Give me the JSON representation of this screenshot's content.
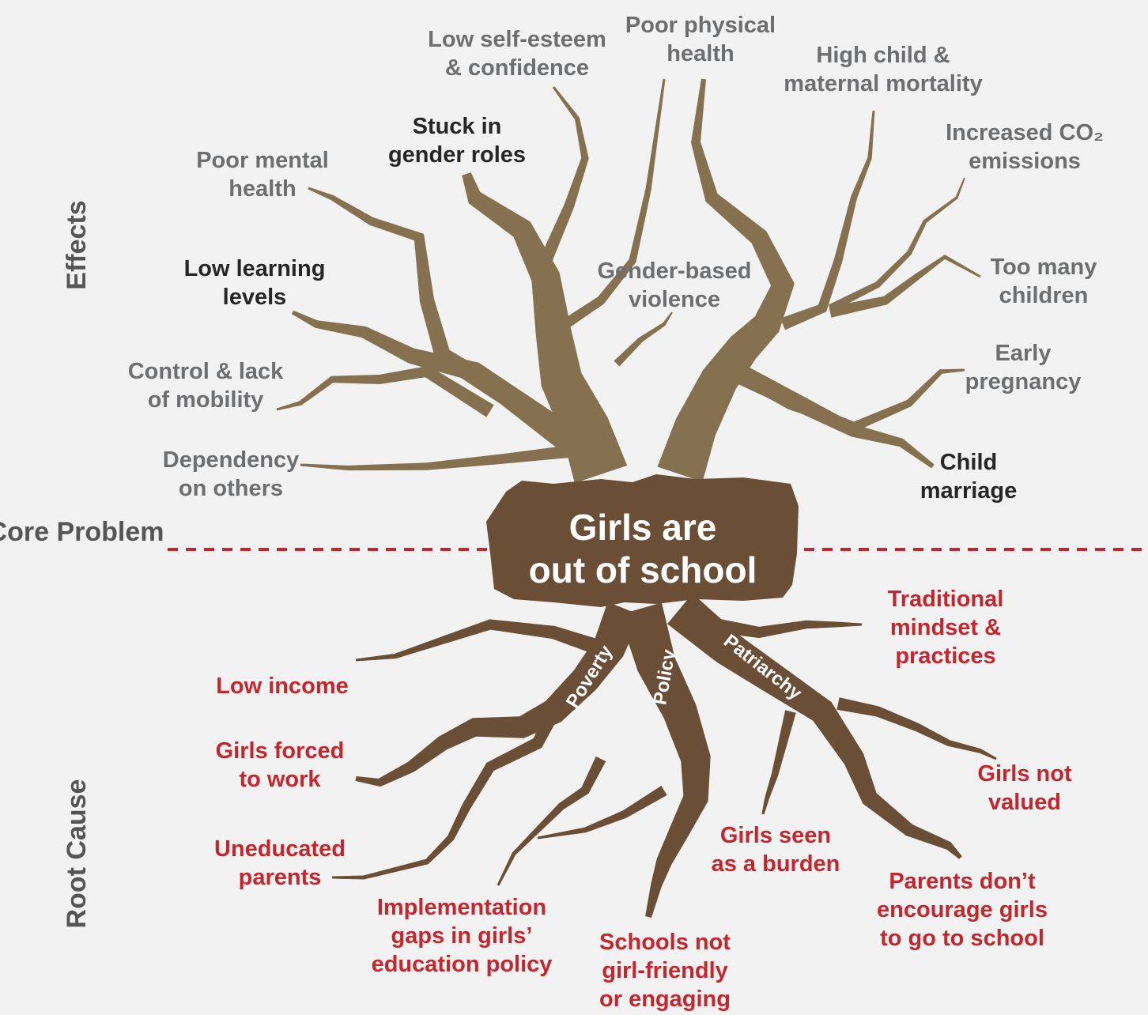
{
  "sections": {
    "effects": "Effects",
    "core_problem": [
      "Core",
      "Problem"
    ],
    "root_cause": "Root Cause"
  },
  "core_problem": [
    "Girls are",
    "out of school"
  ],
  "root_labels": [
    "Poverty",
    "Policy",
    "Patriarchy"
  ],
  "effects": [
    {
      "id": "self-esteem",
      "lines": [
        "Low self-esteem",
        "& confidence"
      ],
      "tone": "grey"
    },
    {
      "id": "physical-health",
      "lines": [
        "Poor physical",
        "health"
      ],
      "tone": "grey"
    },
    {
      "id": "mortality",
      "lines": [
        "High child &",
        "maternal mortality"
      ],
      "tone": "grey"
    },
    {
      "id": "co2",
      "lines": [
        "Increased CO₂",
        "emissions"
      ],
      "tone": "grey"
    },
    {
      "id": "gender-roles",
      "lines": [
        "Stuck in",
        "gender roles"
      ],
      "tone": "dark"
    },
    {
      "id": "mental-health",
      "lines": [
        "Poor mental",
        "health"
      ],
      "tone": "grey"
    },
    {
      "id": "learning",
      "lines": [
        "Low learning",
        "levels"
      ],
      "tone": "dark"
    },
    {
      "id": "gbv",
      "lines": [
        "Gender-based",
        "violence"
      ],
      "tone": "grey"
    },
    {
      "id": "too-many-children",
      "lines": [
        "Too many",
        "children"
      ],
      "tone": "grey"
    },
    {
      "id": "mobility",
      "lines": [
        "Control & lack",
        "of mobility"
      ],
      "tone": "grey"
    },
    {
      "id": "early-pregnancy",
      "lines": [
        "Early",
        "pregnancy"
      ],
      "tone": "grey"
    },
    {
      "id": "dependency",
      "lines": [
        "Dependency",
        "on others"
      ],
      "tone": "grey"
    },
    {
      "id": "child-marriage",
      "lines": [
        "Child",
        "marriage"
      ],
      "tone": "dark"
    }
  ],
  "causes": [
    {
      "id": "traditional-mindset",
      "lines": [
        "Traditional",
        "mindset &",
        "practices"
      ]
    },
    {
      "id": "low-income",
      "lines": [
        "Low income"
      ]
    },
    {
      "id": "forced-to-work",
      "lines": [
        "Girls forced",
        "to work"
      ]
    },
    {
      "id": "not-valued",
      "lines": [
        "Girls not",
        "valued"
      ]
    },
    {
      "id": "uneducated-parents",
      "lines": [
        "Uneducated",
        "parents"
      ]
    },
    {
      "id": "burden",
      "lines": [
        "Girls seen",
        "as a burden"
      ]
    },
    {
      "id": "parents-dont-encourage",
      "lines": [
        "Parents don’t",
        "encourage girls",
        "to go to school"
      ]
    },
    {
      "id": "implementation-gaps",
      "lines": [
        "Implementation",
        "gaps in girls’",
        "education policy"
      ]
    },
    {
      "id": "schools",
      "lines": [
        "Schools not",
        "girl-friendly",
        "or engaging"
      ]
    }
  ],
  "colors": {
    "branch": "#857150",
    "root": "#6b4e36",
    "core": "#6b4e36",
    "cause_text": "#c4262e",
    "effect_text": "#6d6e70",
    "effect_strong_text": "#262626",
    "divider": "#c4262e",
    "background": "#f2f2f2"
  }
}
